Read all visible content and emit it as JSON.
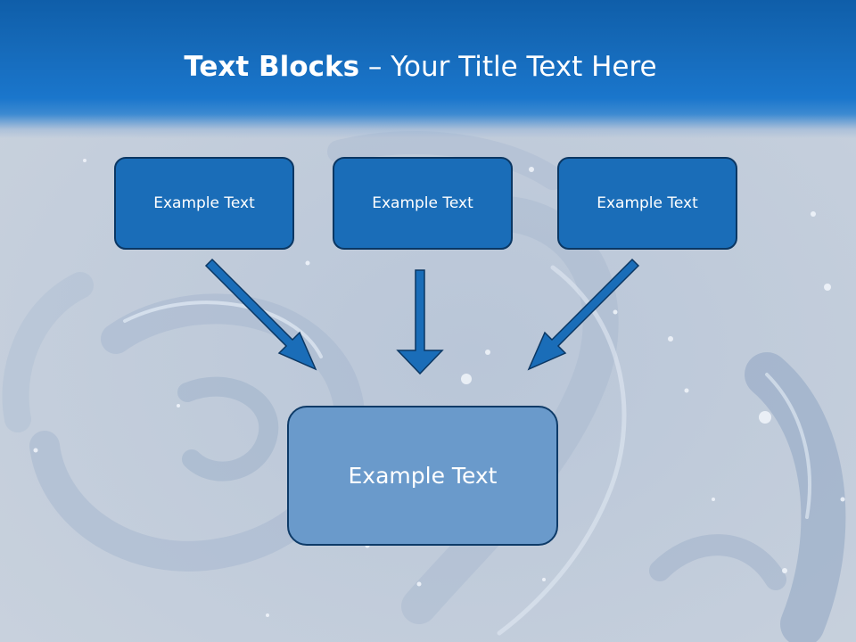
{
  "slide": {
    "title_bold": "Text Blocks",
    "title_separator": " – ",
    "title_rest": "Your Title Text Here"
  },
  "top_boxes": [
    {
      "label": "Example Text"
    },
    {
      "label": "Example Text"
    },
    {
      "label": "Example Text"
    }
  ],
  "bottom_box": {
    "label": "Example Text"
  },
  "colors": {
    "header": "#1569b8",
    "box_fill": "#1a6db8",
    "box_border": "#0b3763",
    "bottom_box_fill": "#6a9acb",
    "arrow_fill": "#1a6db8",
    "background": "#c5cfdc"
  },
  "icons": [
    "arrow-down-right-icon",
    "arrow-down-icon",
    "arrow-down-left-icon"
  ]
}
